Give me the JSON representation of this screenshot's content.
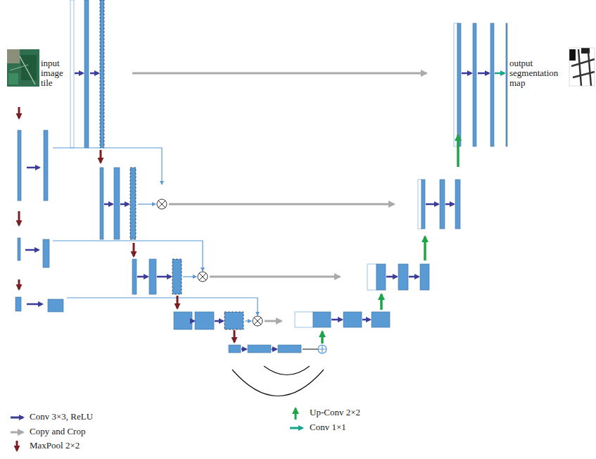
{
  "diagram": {
    "labels": [
      "input image tile",
      "output segmentation map"
    ],
    "legend": [
      {
        "text": "Conv 3×3, ReLU"
      },
      {
        "text": "Copy and Crop"
      },
      {
        "text": "MaxPool 2×2"
      },
      {
        "text": "Up-Conv 2×2"
      },
      {
        "text": "Conv 1×1"
      }
    ]
  }
}
